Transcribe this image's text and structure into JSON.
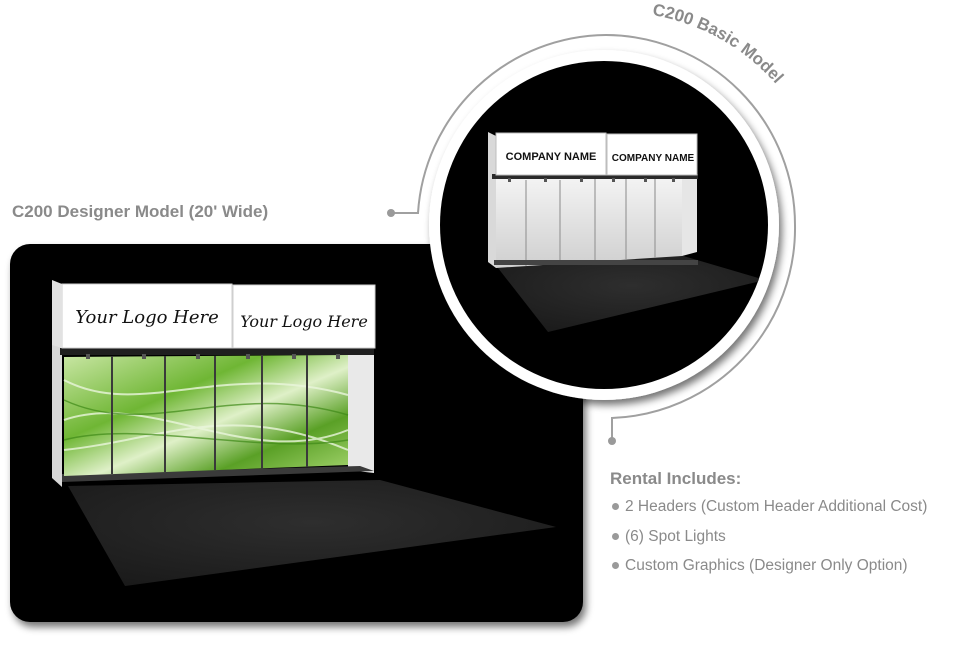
{
  "designer_model": {
    "title": "C200 Designer Model (20' Wide)",
    "header_panels": [
      "Your Logo Here",
      "Your Logo Here"
    ]
  },
  "basic_model": {
    "title": "C200 Basic Model",
    "header_panels": [
      "COMPANY NAME",
      "COMPANY NAME"
    ]
  },
  "rental": {
    "heading": "Rental Includes:",
    "items": [
      "2 Headers (Custom Header Additional Cost)",
      "(6) Spot Lights",
      "Custom Graphics (Designer Only Option)"
    ]
  },
  "colors": {
    "label_gray": "#8a8a8a",
    "panel_black": "#000000",
    "graphic_green": "#7cc243"
  }
}
